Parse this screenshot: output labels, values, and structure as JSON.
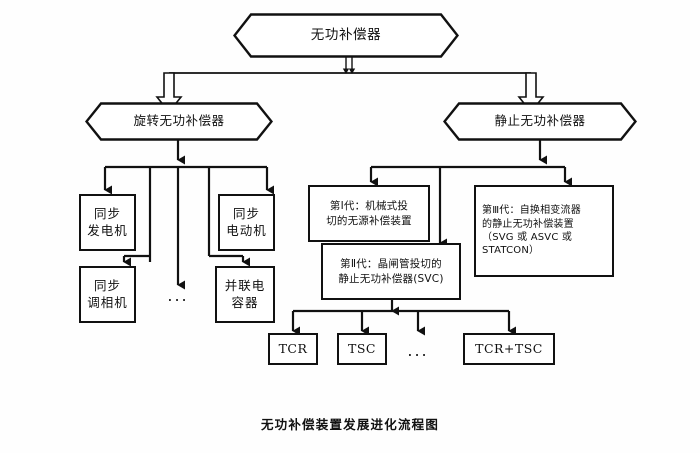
{
  "diagram": {
    "caption": "无功补偿装置发展进化流程图",
    "colors": {
      "stroke": "#111111",
      "fill": "#ffffff",
      "background": "#fefefe"
    },
    "root": {
      "label": "无功补偿器",
      "shape": "hexagon"
    },
    "branches": [
      {
        "id": "rotating",
        "label": "旋转无功补偿器",
        "shape": "hexagon",
        "children": [
          {
            "id": "sync-generator",
            "label_line1": "同步",
            "label_line2": "发电机",
            "shape": "box"
          },
          {
            "id": "sync-condenser",
            "label_line1": "同步",
            "label_line2": "调相机",
            "shape": "box"
          },
          {
            "id": "rotating-ellipsis",
            "label": "...",
            "shape": "ellipsis"
          },
          {
            "id": "sync-motor",
            "label_line1": "同步",
            "label_line2": "电动机",
            "shape": "box"
          },
          {
            "id": "shunt-capacitor",
            "label_line1": "并联电",
            "label_line2": "容器",
            "shape": "box"
          }
        ]
      },
      {
        "id": "static",
        "label": "静止无功补偿器",
        "shape": "hexagon",
        "children": [
          {
            "id": "generation-1",
            "shape": "box",
            "label_line1": "第Ⅰ代：机械式投",
            "label_line2": "切的无源补偿装置"
          },
          {
            "id": "generation-2",
            "shape": "box",
            "label_line1": "第Ⅱ代：晶闸管投切的",
            "label_line2": "静止无功补偿器(SVC)"
          },
          {
            "id": "generation-3",
            "shape": "box",
            "label_line1": "第Ⅲ代：自换相变流器",
            "label_line2": "的静止无功补偿装置",
            "label_line3": "（SVG 或 ASVC 或",
            "label_line4": "STATCON）"
          }
        ]
      }
    ],
    "terminals": [
      {
        "id": "tcr",
        "label": "TCR"
      },
      {
        "id": "tsc",
        "label": "TSC"
      },
      {
        "id": "terminal-ellipsis",
        "label": "...",
        "shape": "ellipsis"
      },
      {
        "id": "tcr-tsc",
        "label": "TCR+TSC"
      }
    ]
  }
}
